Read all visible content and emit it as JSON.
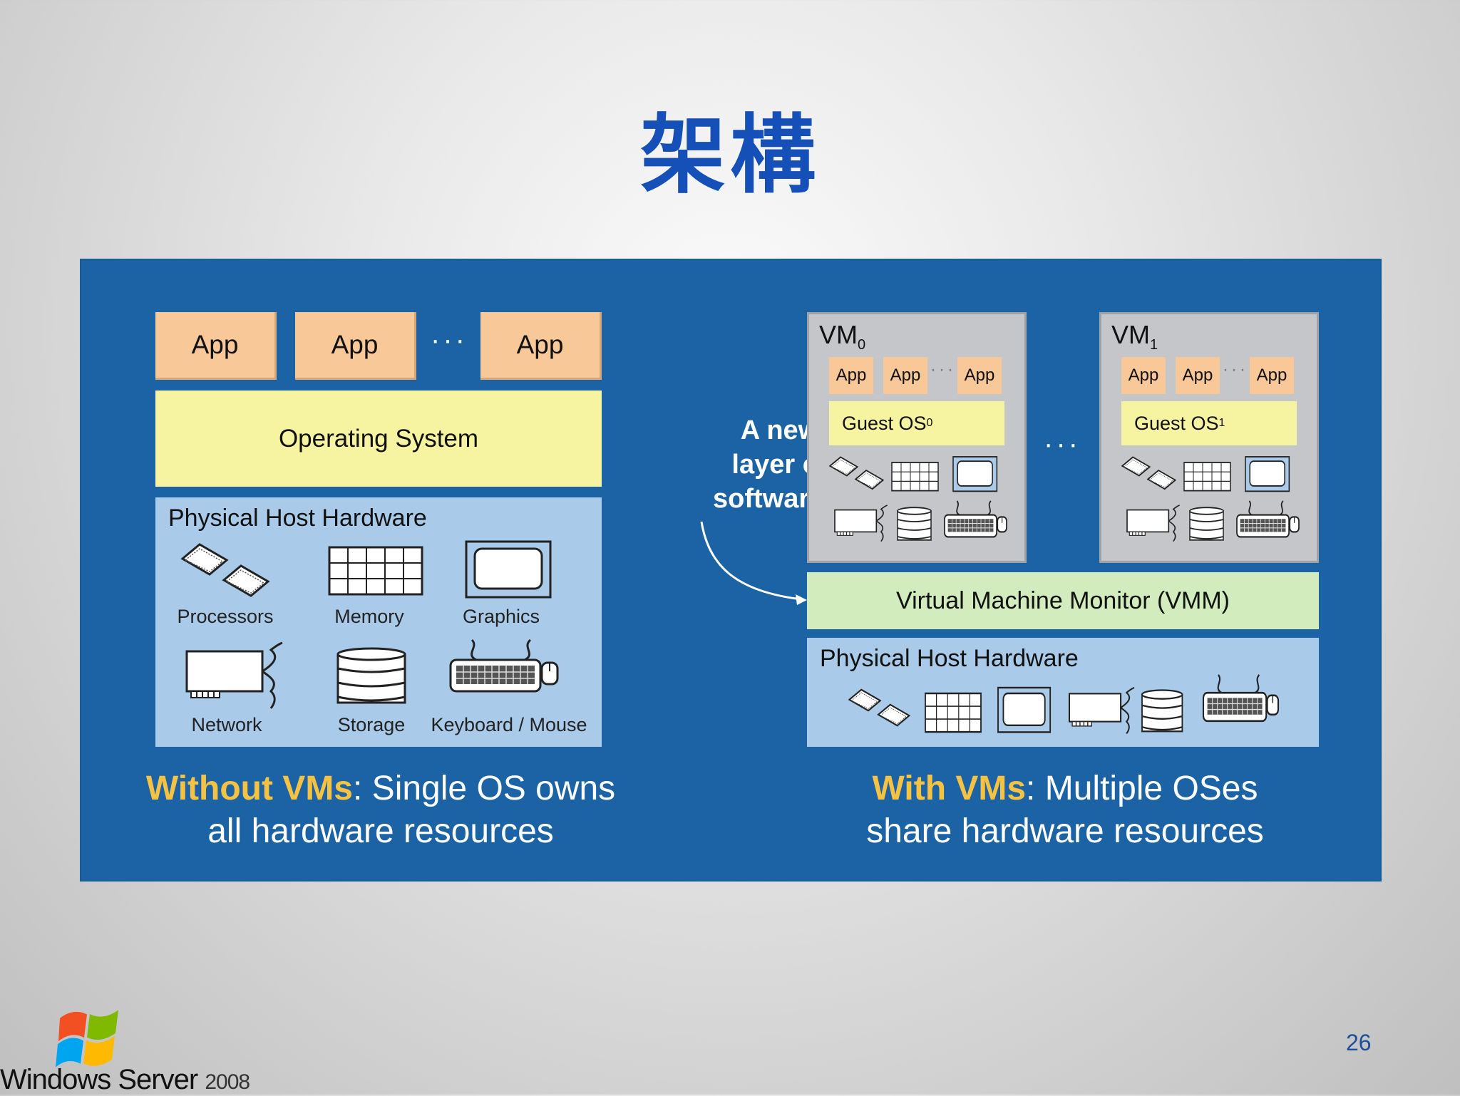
{
  "slide": {
    "title": "架構",
    "page_number": "26"
  },
  "left": {
    "apps": [
      "App",
      "App",
      "App"
    ],
    "ellipsis": "···",
    "os_label": "Operating System",
    "hw_title": "Physical Host Hardware",
    "hw_items": [
      "Processors",
      "Memory",
      "Graphics",
      "Network",
      "Storage",
      "Keyboard / Mouse"
    ],
    "caption_highlight": "Without VMs",
    "caption_rest_line1": ": Single OS owns",
    "caption_line2": "all hardware resources"
  },
  "middle": {
    "annotation_line1": "A new",
    "annotation_line2": "layer of",
    "annotation_line3": "software...",
    "vm_ellipsis": "···"
  },
  "right": {
    "vm0": {
      "title": "VM",
      "sub": "0",
      "apps": [
        "App",
        "App",
        "App"
      ],
      "ellipsis": "···",
      "guest_os": "Guest OS",
      "guest_sub": "0"
    },
    "vm1": {
      "title": "VM",
      "sub": "1",
      "apps": [
        "App",
        "App",
        "App"
      ],
      "ellipsis": "···",
      "guest_os": "Guest OS",
      "guest_sub": "1"
    },
    "vmm_label": "Virtual Machine Monitor (VMM)",
    "hw_title": "Physical Host Hardware",
    "caption_highlight": "With VMs",
    "caption_rest_line1": ": Multiple OSes",
    "caption_line2": "share hardware resources"
  },
  "footer": {
    "logo_word1": "Windows Server",
    "logo_year": "2008"
  },
  "colors": {
    "panel_blue": "#1c63a6",
    "title_blue": "#1450b8",
    "app_orange": "#f9c898",
    "os_yellow": "#f6f3a1",
    "hw_lightblue": "#a9cbe9",
    "vmm_green": "#d2ecbd",
    "highlight_gold": "#f5c242"
  }
}
